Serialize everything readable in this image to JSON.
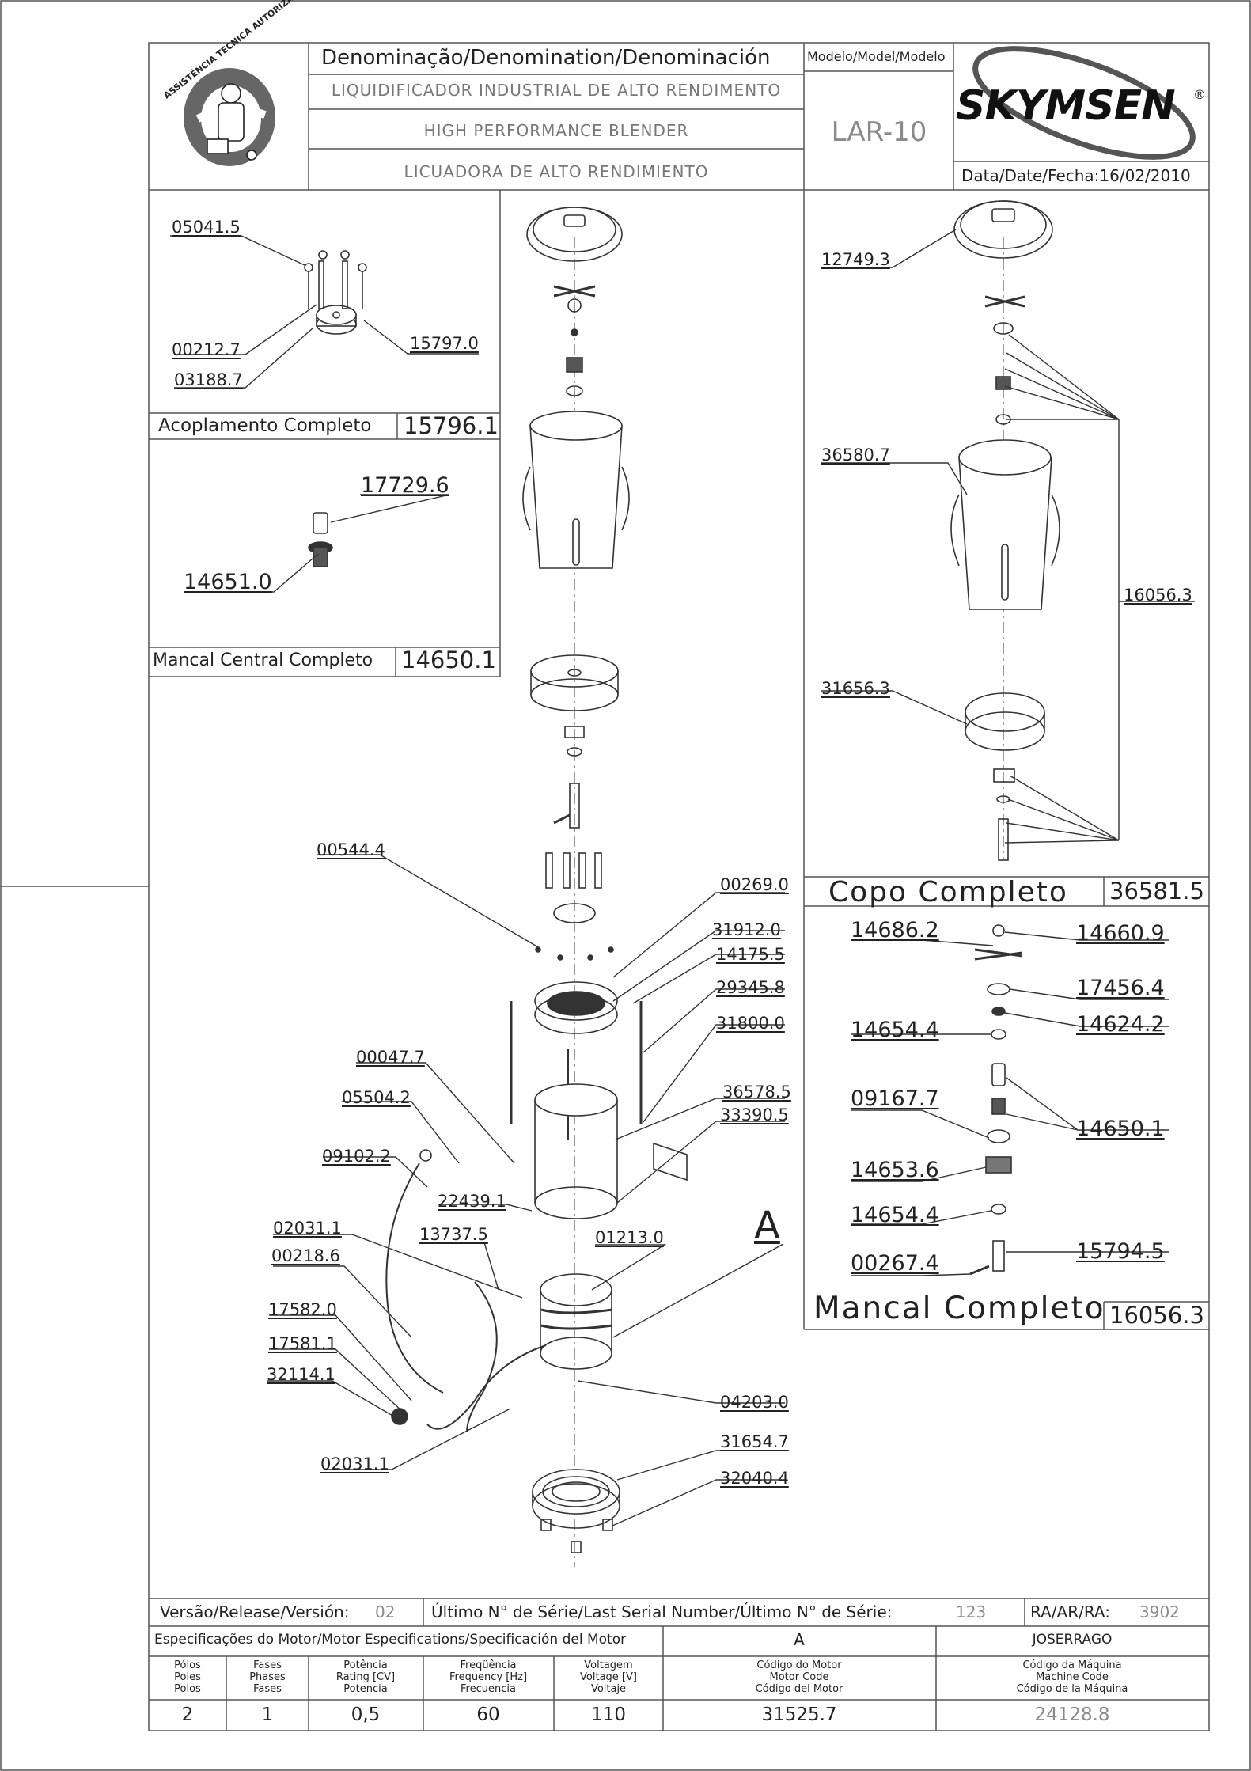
{
  "header": {
    "denomination_label": "Denominação/Denomination/Denominación",
    "name_pt": "LIQUIDIFICADOR INDUSTRIAL DE ALTO RENDIMENTO",
    "name_en": "HIGH PERFORMANCE BLENDER",
    "name_es": "LICUADORA DE ALTO RENDIMIENTO",
    "model_label": "Modelo/Model/Modelo",
    "model_value": "LAR-10",
    "brand": "SKYMSEN",
    "registered_mark": "®",
    "date_label": "Data/Date/Fecha:",
    "date_value": "16/02/2010",
    "seal_text": "ASSISTÊNCIA TÉCNICA AUTORIZADA"
  },
  "assemblies": {
    "acoplamento": {
      "name": "Acoplamento Completo",
      "code": "15796.1",
      "parts": [
        "05041.5",
        "00212.7",
        "03188.7",
        "15797.0"
      ]
    },
    "mancal_central": {
      "name": "Mancal Central Completo",
      "code": "14650.1",
      "parts": [
        "17729.6",
        "14651.0"
      ]
    },
    "copo": {
      "name": "Copo Completo",
      "code": "36581.5",
      "parts": [
        "12749.3",
        "36580.7",
        "16056.3",
        "31656.3"
      ]
    },
    "mancal": {
      "name": "Mancal Completo",
      "code": "16056.3",
      "parts": [
        "14686.2",
        "14660.9",
        "17456.4",
        "14654.4",
        "14624.2",
        "09167.7",
        "14650.1",
        "14653.6",
        "14654.4",
        "00267.4",
        "15794.5"
      ]
    }
  },
  "main_parts": [
    "00544.4",
    "00269.0",
    "31912.0",
    "14175.5",
    "29345.8",
    "31800.0",
    "00047.7",
    "05504.2",
    "36578.5",
    "33390.5",
    "09102.2",
    "22439.1",
    "02031.1",
    "13737.5",
    "01213.0",
    "00218.6",
    "17582.0",
    "17581.1",
    "32114.1",
    "04203.0",
    "31654.7",
    "32040.4",
    "02031.1"
  ],
  "detail_marker": "A",
  "footer": {
    "release_label": "Versão/Release/Versión:",
    "release_value": "02",
    "serial_label": "Último N° de Série/Last Serial Number/Último N° de Série:",
    "serial_value": "123",
    "ra_label": "RA/AR/RA:",
    "ra_value": "3902",
    "motor_spec_label": "Especificações do Motor/Motor Especifications/Specificación del Motor",
    "motor_detail_ref": "A",
    "author": "JOSERRAGO",
    "columns": [
      {
        "lines": [
          "Pólos",
          "Poles",
          "Polos"
        ],
        "value": "2"
      },
      {
        "lines": [
          "Fases",
          "Phases",
          "Fases"
        ],
        "value": "1"
      },
      {
        "lines": [
          "Potência",
          "Rating [CV]",
          "Potencia"
        ],
        "value": "0,5"
      },
      {
        "lines": [
          "Freqüência",
          "Frequency [Hz]",
          "Frecuencia"
        ],
        "value": "60"
      },
      {
        "lines": [
          "Voltagem",
          "Voltage [V]",
          "Voltaje"
        ],
        "value": "110"
      },
      {
        "lines": [
          "Código do Motor",
          "Motor Code",
          "Código del Motor"
        ],
        "value": "31525.7"
      },
      {
        "lines": [
          "Código da Máquina",
          "Machine Code",
          "Código de la Máquina"
        ],
        "value": "24128.8"
      }
    ]
  }
}
